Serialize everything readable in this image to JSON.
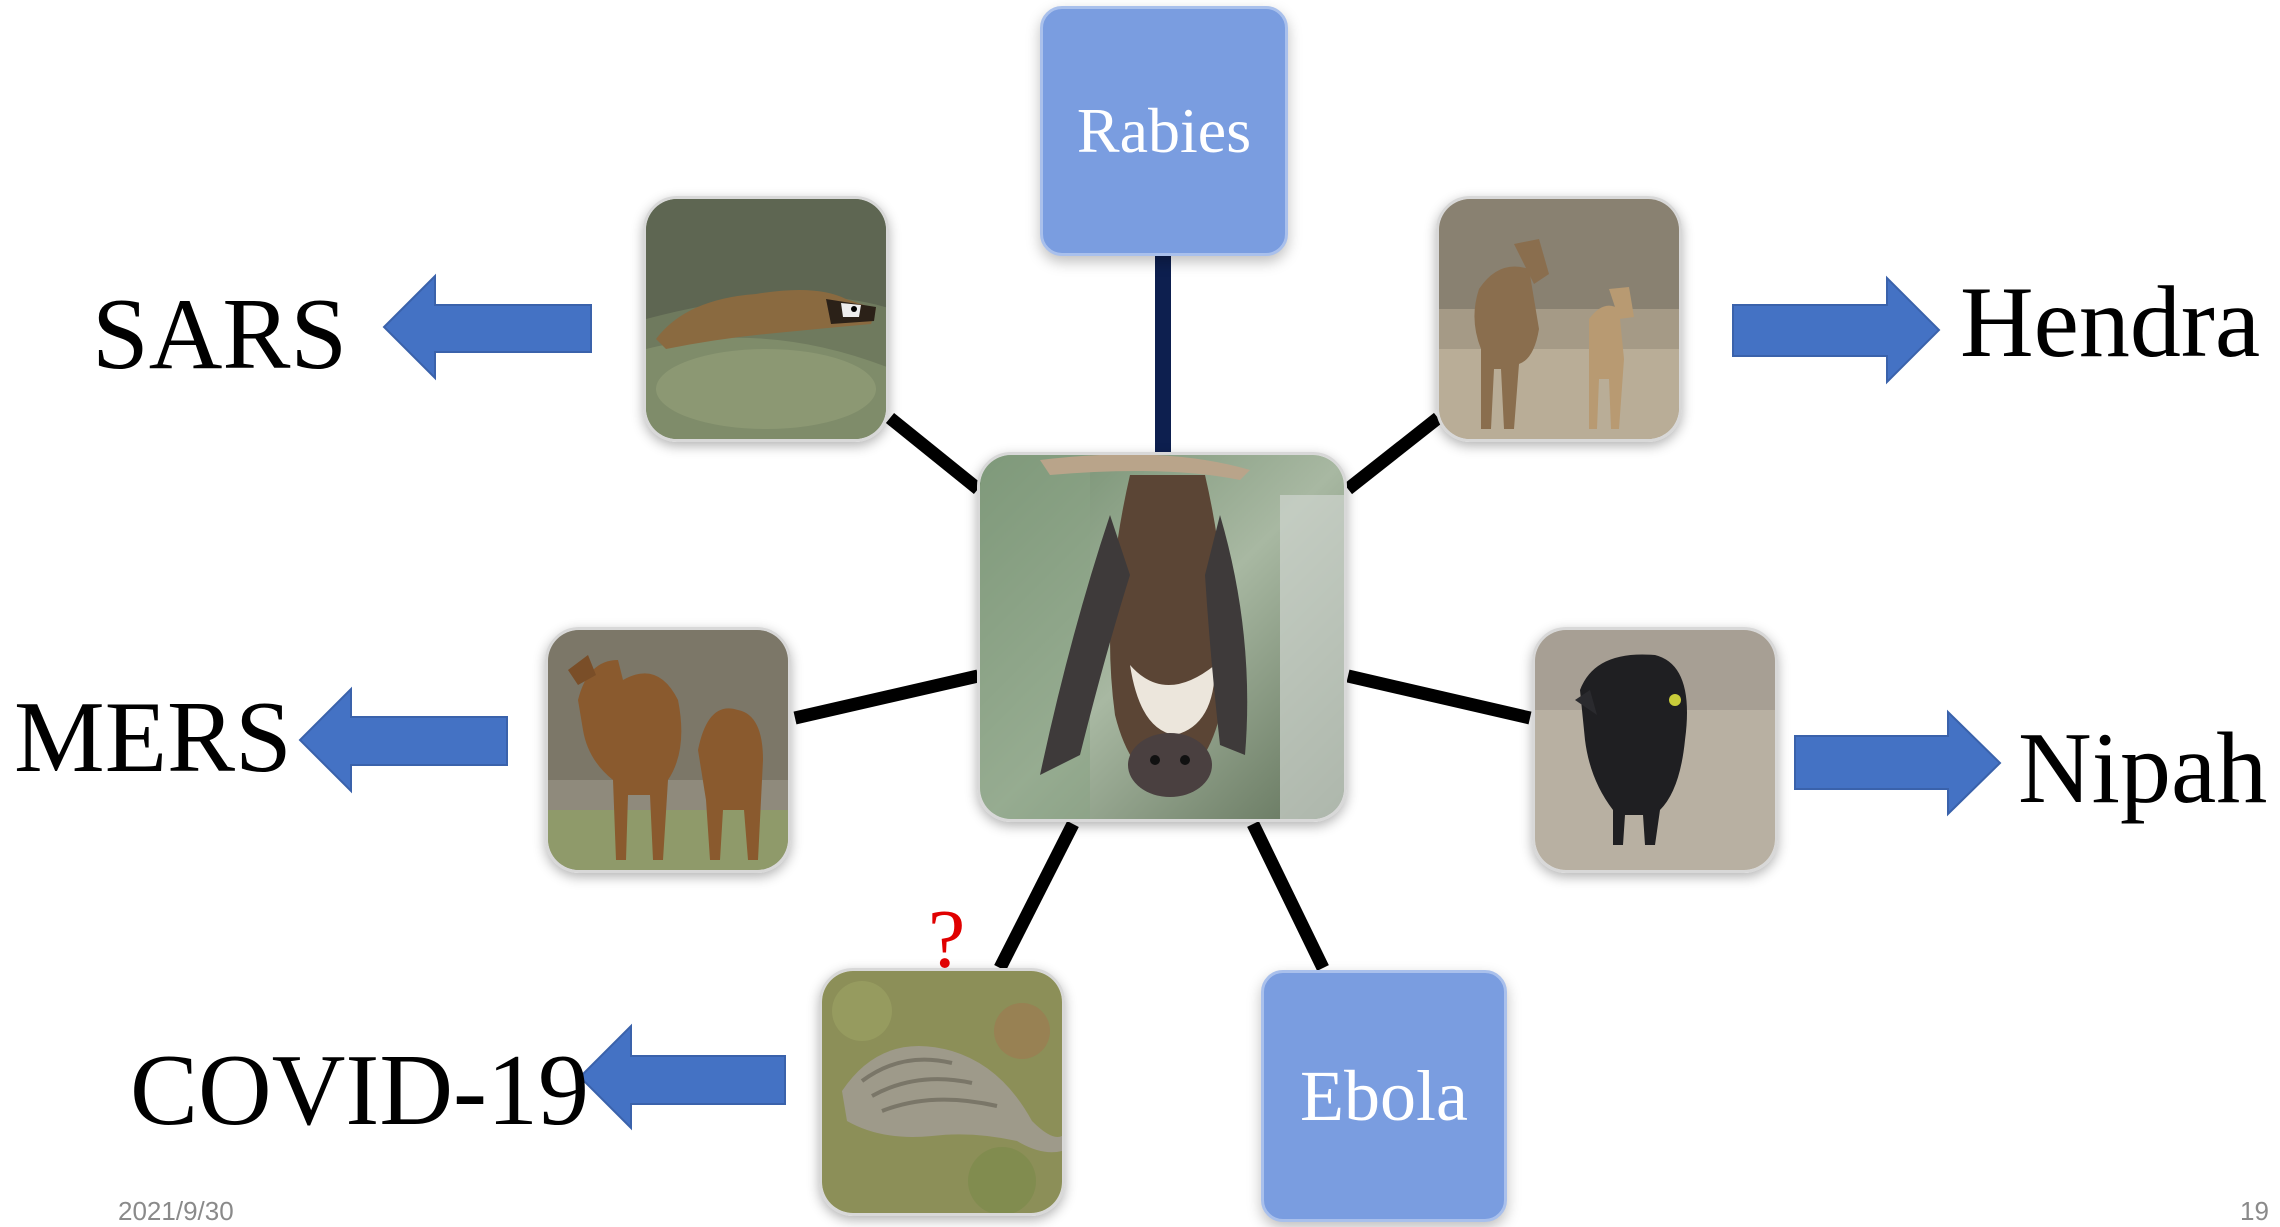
{
  "center": {
    "icon": "bat-photo"
  },
  "boxes": {
    "rabies": "Rabies",
    "ebola": "Ebola"
  },
  "labels": {
    "sars": "SARS",
    "mers": "MERS",
    "covid": "COVID-19",
    "hendra": "Hendra",
    "nipah": "Nipah"
  },
  "hosts": {
    "civet": {
      "icon": "civet-photo"
    },
    "camel": {
      "icon": "camel-photo"
    },
    "pangolin": {
      "icon": "pangolin-photo",
      "mark": "?"
    },
    "horse": {
      "icon": "horse-photo"
    },
    "pig": {
      "icon": "pig-photo"
    }
  },
  "footer": {
    "date": "2021/9/30",
    "page": "19"
  },
  "colors": {
    "box_fill": "#7a9de0",
    "arrow_fill": "#4472c4",
    "connector": "#000000",
    "rabies_connector": "#0d1f4f",
    "question_mark": "#e00000"
  }
}
